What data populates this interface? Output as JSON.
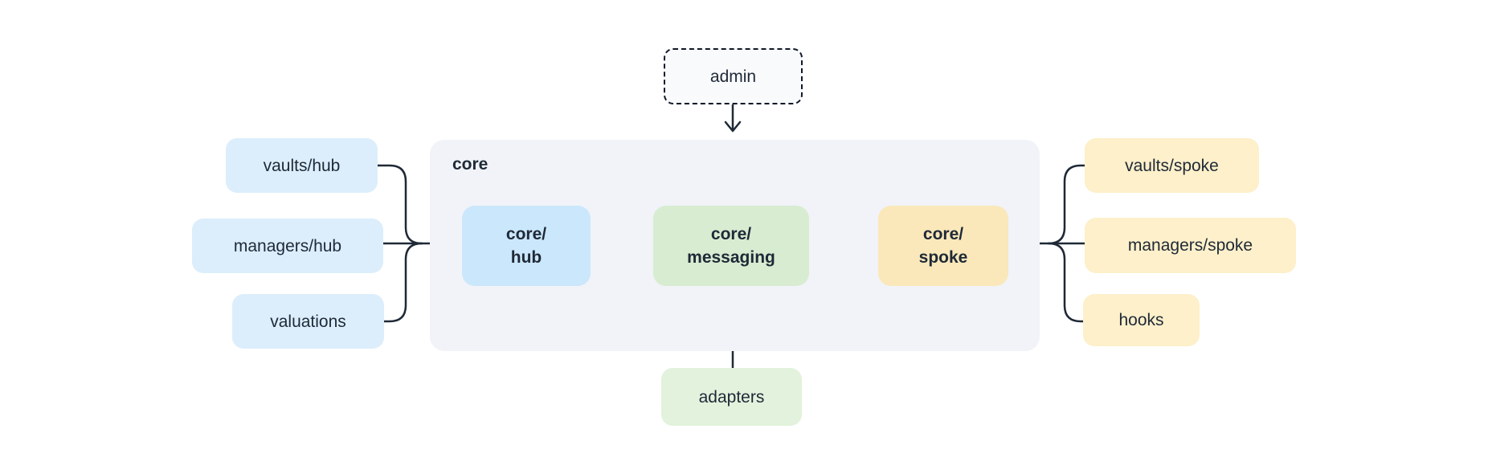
{
  "diagram": {
    "title_label": "core",
    "nodes": {
      "admin": {
        "label": "admin"
      },
      "core_container": {
        "label": "core"
      },
      "core_hub": {
        "line1": "core/",
        "line2": "hub"
      },
      "core_messaging": {
        "line1": "core/",
        "line2": "messaging"
      },
      "core_spoke": {
        "line1": "core/",
        "line2": "spoke"
      },
      "vaults_hub": {
        "label": "vaults/hub"
      },
      "managers_hub": {
        "label": "managers/hub"
      },
      "valuations": {
        "label": "valuations"
      },
      "vaults_spoke": {
        "label": "vaults/spoke"
      },
      "managers_spoke": {
        "label": "managers/spoke"
      },
      "hooks": {
        "label": "hooks"
      },
      "adapters": {
        "label": "adapters"
      }
    },
    "edges": [
      {
        "from": "admin",
        "to": "core"
      },
      {
        "from": "vaults/hub",
        "to": "core/hub"
      },
      {
        "from": "managers/hub",
        "to": "core/hub"
      },
      {
        "from": "valuations",
        "to": "core/hub"
      },
      {
        "from": "core/hub",
        "to": "core/messaging"
      },
      {
        "from": "core/spoke",
        "to": "core/messaging"
      },
      {
        "from": "vaults/spoke",
        "to": "core/spoke"
      },
      {
        "from": "managers/spoke",
        "to": "core/spoke"
      },
      {
        "from": "hooks",
        "to": "core/spoke"
      },
      {
        "from": "adapters",
        "to": "core/messaging"
      }
    ],
    "colors": {
      "page_bg": "#ffffff",
      "group_bg": "#f1f3f8",
      "admin_bg": "#f8fafc",
      "admin_border": "#111827",
      "blue_core": "#cbe7fb",
      "blue_side": "#dceefc",
      "green_core": "#d8ecd1",
      "green_side": "#e2f2dc",
      "yellow_core": "#fae8ba",
      "yellow_side": "#fdf0ca",
      "text": "#1f2937",
      "arrow": "#1f2937"
    }
  }
}
